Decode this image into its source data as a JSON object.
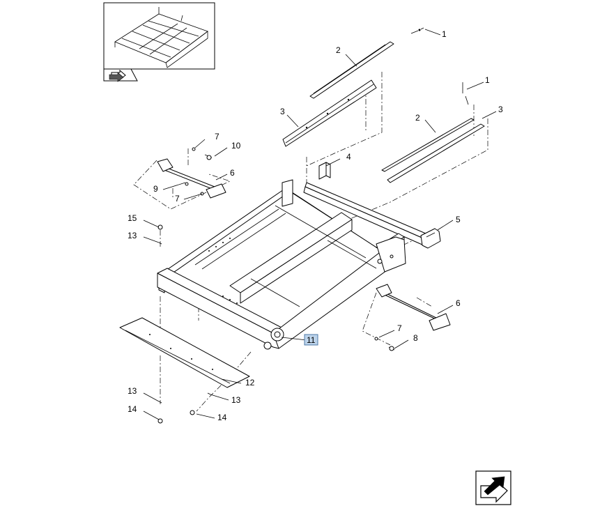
{
  "diagram": {
    "callouts": [
      {
        "id": "c1a",
        "label": "1"
      },
      {
        "id": "c2a",
        "label": "2"
      },
      {
        "id": "c3a",
        "label": "3"
      },
      {
        "id": "c1b",
        "label": "1"
      },
      {
        "id": "c2b",
        "label": "2"
      },
      {
        "id": "c3b",
        "label": "3"
      },
      {
        "id": "c4",
        "label": "4"
      },
      {
        "id": "c5",
        "label": "5"
      },
      {
        "id": "c6a",
        "label": "6"
      },
      {
        "id": "c6b",
        "label": "6"
      },
      {
        "id": "c7a",
        "label": "7"
      },
      {
        "id": "c7b",
        "label": "7"
      },
      {
        "id": "c7c",
        "label": "7"
      },
      {
        "id": "c8",
        "label": "8"
      },
      {
        "id": "c9",
        "label": "9"
      },
      {
        "id": "c10",
        "label": "10"
      },
      {
        "id": "c11",
        "label": "11"
      },
      {
        "id": "c12",
        "label": "12"
      },
      {
        "id": "c13a",
        "label": "13"
      },
      {
        "id": "c13b",
        "label": "13"
      },
      {
        "id": "c13c",
        "label": "13"
      },
      {
        "id": "c14a",
        "label": "14"
      },
      {
        "id": "c14b",
        "label": "14"
      },
      {
        "id": "c15",
        "label": "15"
      }
    ],
    "highlighted_callout": "11",
    "highlight_color": "#bcd3ea"
  },
  "icons": {
    "thumbnail_nav": "previous-view-arrow-icon",
    "next_nav": "next-view-arrow-icon"
  }
}
